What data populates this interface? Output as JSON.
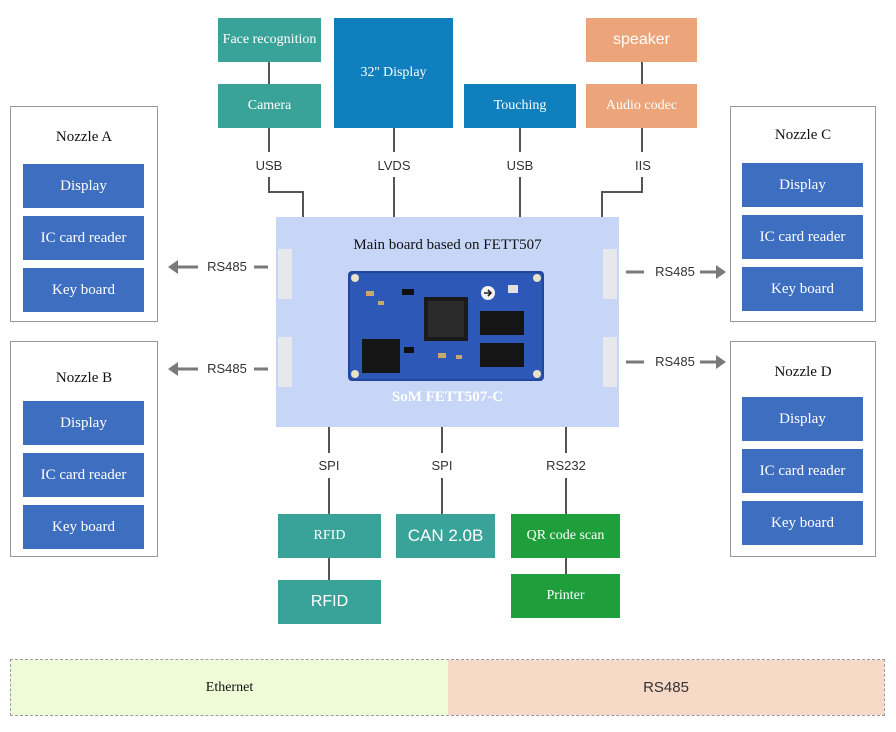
{
  "top": {
    "face_recognition": "Face recognition",
    "camera": "Camera",
    "display32": "32'' Display",
    "touching": "Touching",
    "speaker": "speaker",
    "audio_codec": "Audio codec"
  },
  "interfaces": {
    "usb_left": "USB",
    "lvds": "LVDS",
    "usb_right": "USB",
    "iis": "IIS",
    "rs485_a": "RS485",
    "rs485_b": "RS485",
    "rs485_c": "RS485",
    "rs485_d": "RS485",
    "spi_left": "SPI",
    "spi_mid": "SPI",
    "rs232": "RS232"
  },
  "mainboard": {
    "title": "Main board based on FETT507",
    "som_label": "SoM FETT507-C"
  },
  "nozzles": [
    {
      "title": "Nozzle A",
      "items": [
        "Display",
        "IC card reader",
        "Key board"
      ]
    },
    {
      "title": "Nozzle B",
      "items": [
        "Display",
        "IC card reader",
        "Key board"
      ]
    },
    {
      "title": "Nozzle C",
      "items": [
        "Display",
        "IC card reader",
        "Key board"
      ]
    },
    {
      "title": "Nozzle D",
      "items": [
        "Display",
        "IC card reader",
        "Key board"
      ]
    }
  ],
  "bottom": {
    "rfid1": "RFID",
    "rfid2": "RFID",
    "can": "CAN 2.0B",
    "qr": "QR code scan",
    "printer": "Printer"
  },
  "network": {
    "ethernet": "Ethernet",
    "rs485": "RS485"
  },
  "colors": {
    "teal": "#3aa399",
    "blue": "#0f7fbd",
    "peach": "#eca57a",
    "green": "#1f9f3c",
    "nozzle_button": "#3e6ec0",
    "mainboard_bg": "#c7d6f7",
    "ethernet_bg": "#eefbd6",
    "rs485_bg": "#f7d9c8"
  }
}
